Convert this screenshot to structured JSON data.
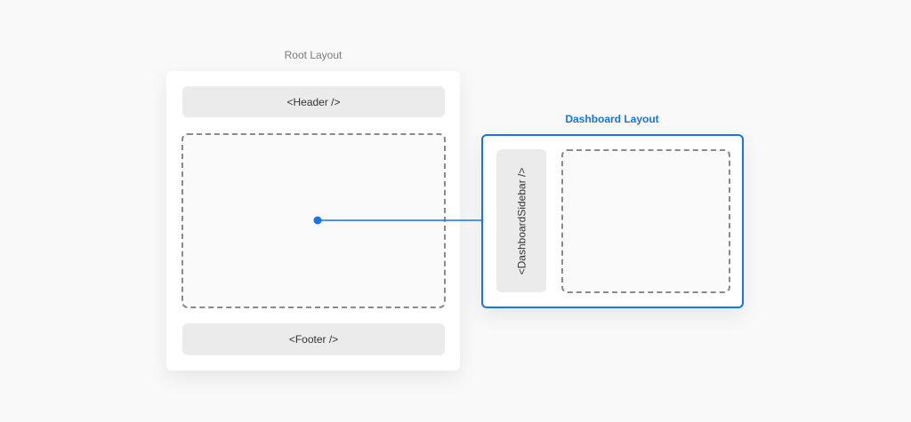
{
  "root_layout": {
    "title": "Root Layout",
    "header_label": "<Header />",
    "footer_label": "<Footer />"
  },
  "dashboard_layout": {
    "title": "Dashboard Layout",
    "sidebar_label": "<DashboardSidebar />"
  },
  "colors": {
    "accent": "#1a73e8",
    "slot": "#ebebeb",
    "dashed": "#8a8a8a"
  }
}
